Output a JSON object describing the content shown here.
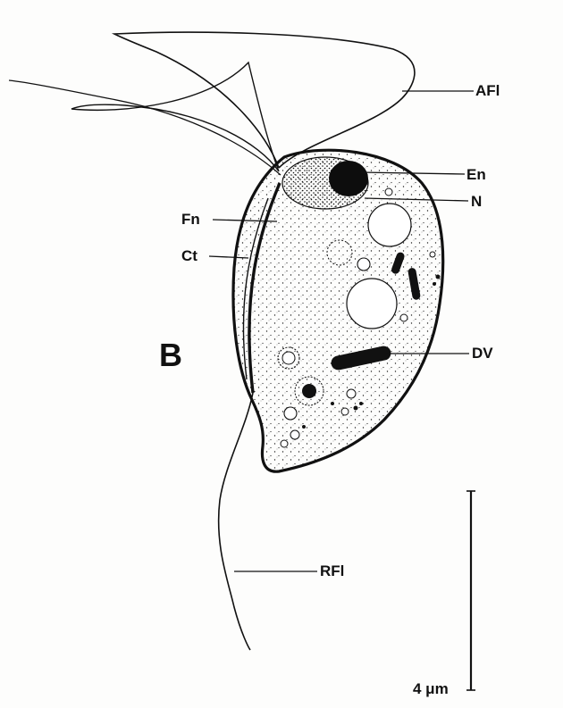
{
  "figure": {
    "panel_letter": "B",
    "labels": {
      "afl": "AFl",
      "en": "En",
      "n": "N",
      "fn": "Fn",
      "ct": "Ct",
      "dv": "DV",
      "rfl": "RFl"
    },
    "scale_bar": {
      "label": "4 μm"
    },
    "colors": {
      "ink": "#111111",
      "paper": "#fdfdfc"
    }
  }
}
